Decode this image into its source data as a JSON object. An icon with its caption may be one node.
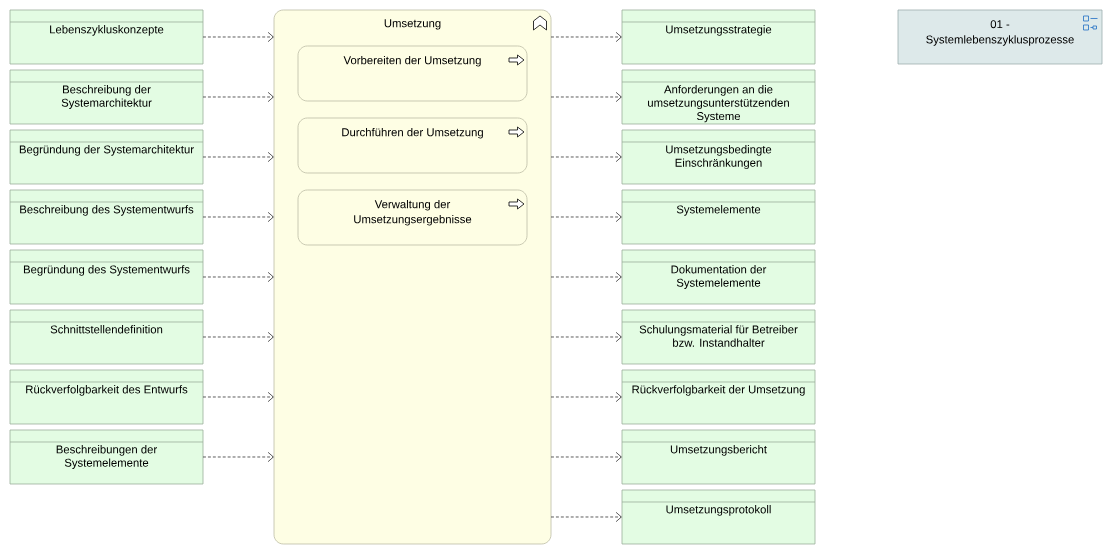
{
  "diagram": {
    "nodes": [
      {
        "text": [
          "Lebenszykluskonzepte"
        ]
      },
      {
        "text": [
          "Beschreibung der Systemarchitektur"
        ]
      },
      {
        "text": [
          "Begründung der Systemarchitektur"
        ]
      },
      {
        "text": [
          "Beschreibung des Systementwurfs"
        ]
      },
      {
        "text": [
          "Begründung des Systementwurfs"
        ]
      },
      {
        "text": [
          "Schnittstellendefinition"
        ]
      },
      {
        "text": [
          "Rückverfolgbarkeit des Entwurfs"
        ]
      },
      {
        "text": [
          "Beschreibungen der Systemelemente"
        ]
      },
      {
        "text": [
          "Umsetzung"
        ]
      },
      {
        "text": [
          "Vorbereiten der Umsetzung"
        ],
        "in": 8
      },
      {
        "text": [
          "Durchführen der Umsetzung"
        ],
        "in": 8
      },
      {
        "text": [
          "Verwaltung der Umsetzungsergebnisse"
        ],
        "in": 8
      },
      {
        "text": [
          "Umsetzungsstrategie"
        ]
      },
      {
        "text": [
          "Anforderungen an die umsetzungsunterstützenden Systeme"
        ]
      },
      {
        "text": [
          "Umsetzungsbedingte Einschränkungen"
        ]
      },
      {
        "text": [
          "Systemelemente"
        ]
      },
      {
        "text": [
          "Dokumentation der Systemelemente"
        ]
      },
      {
        "text": [
          "Schulungsmaterial für Betreiber bzw. Instandhalter"
        ]
      },
      {
        "text": [
          "Rückverfolgbarkeit der Umsetzung"
        ]
      },
      {
        "text": [
          "Umsetzungsbericht"
        ]
      },
      {
        "text": [
          "Umsetzungsprotokoll"
        ]
      },
      {
        "text": [
          "01 - Systemlebenszyklusprozesse"
        ]
      }
    ],
    "edges": [
      {
        "from": 0,
        "to": 8,
        "arrow": "to",
        "style": "dashed"
      },
      {
        "from": 1,
        "to": 8,
        "arrow": "to",
        "style": "dashed"
      },
      {
        "from": 2,
        "to": 8,
        "arrow": "to",
        "style": "dashed"
      },
      {
        "from": 3,
        "to": 8,
        "arrow": "to",
        "style": "dashed"
      },
      {
        "from": 4,
        "to": 8,
        "arrow": "to",
        "style": "dashed"
      },
      {
        "from": 5,
        "to": 8,
        "arrow": "to",
        "style": "dashed"
      },
      {
        "from": 6,
        "to": 8,
        "arrow": "to",
        "style": "dashed"
      },
      {
        "from": 7,
        "to": 8,
        "arrow": "to",
        "style": "dashed"
      },
      {
        "from": 8,
        "to": 12,
        "arrow": "to",
        "style": "dashed"
      },
      {
        "from": 8,
        "to": 13,
        "arrow": "to",
        "style": "dashed"
      },
      {
        "from": 8,
        "to": 14,
        "arrow": "to",
        "style": "dashed"
      },
      {
        "from": 8,
        "to": 15,
        "arrow": "to",
        "style": "dashed"
      },
      {
        "from": 8,
        "to": 16,
        "arrow": "to",
        "style": "dashed"
      },
      {
        "from": 8,
        "to": 17,
        "arrow": "to",
        "style": "dashed"
      },
      {
        "from": 8,
        "to": 18,
        "arrow": "to",
        "style": "dashed"
      },
      {
        "from": 8,
        "to": 19,
        "arrow": "to",
        "style": "dashed"
      },
      {
        "from": 8,
        "to": 20,
        "arrow": "to",
        "style": "dashed"
      }
    ]
  }
}
